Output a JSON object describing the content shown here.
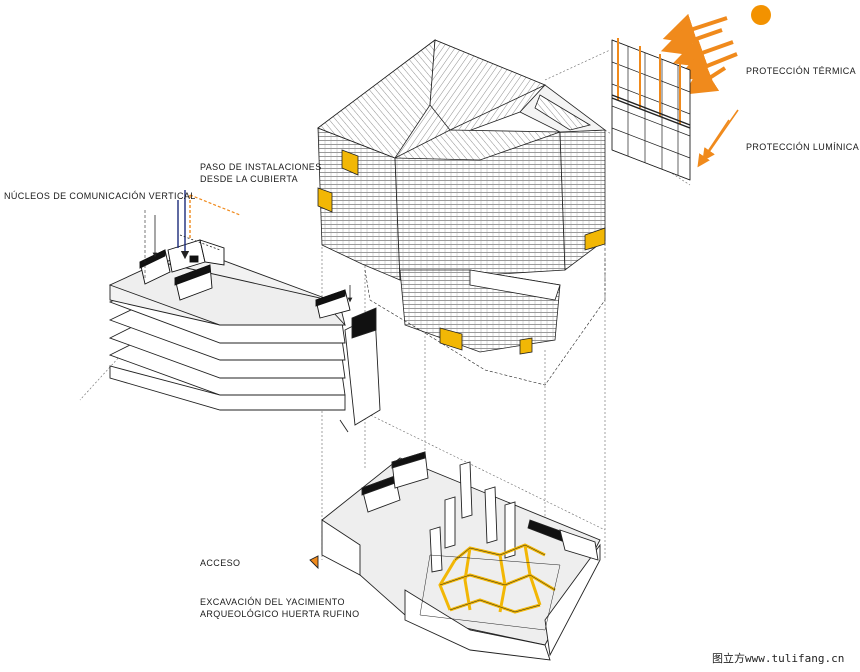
{
  "labels": {
    "thermal_protection": "PROTECCIÓN TÉRMICA",
    "light_protection": "PROTECCIÓN LUMÍNICA",
    "installations_line1": "PASO DE INSTALACIONES",
    "installations_line2": "DESDE LA CUBIERTA",
    "vertical_cores": "NÚCLEOS DE COMUNICACIÓN VERTICAL",
    "access": "ACCESO",
    "excavation_line1": "EXCAVACIÓN DEL YACIMIENTO",
    "excavation_line2": "ARQUEOLÓGICO HUERTA RUFINO"
  },
  "watermark": "图立方www.tulifang.cn",
  "colors": {
    "accent": "#f08a1c",
    "panel_yellow": "#f2b705",
    "sun": "#f39200",
    "line": "#222222",
    "slab": "#e6e6e6",
    "core": "#111111"
  }
}
